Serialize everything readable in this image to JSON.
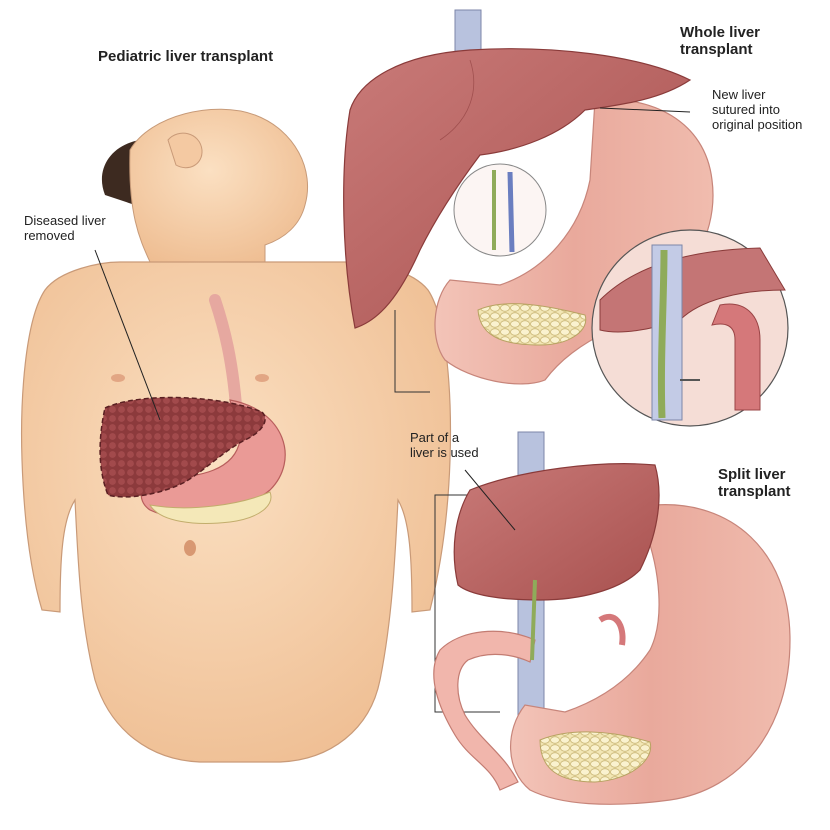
{
  "titles": {
    "pediatric": "Pediatric liver transplant",
    "whole": [
      "Whole liver",
      "transplant"
    ],
    "split": [
      "Split liver",
      "transplant"
    ]
  },
  "labels": {
    "diseased": [
      "Diseased liver",
      "removed"
    ],
    "new_liver": [
      "New liver",
      "sutured into",
      "original position"
    ],
    "part_of": [
      "Part of a",
      "liver is used"
    ]
  }
}
